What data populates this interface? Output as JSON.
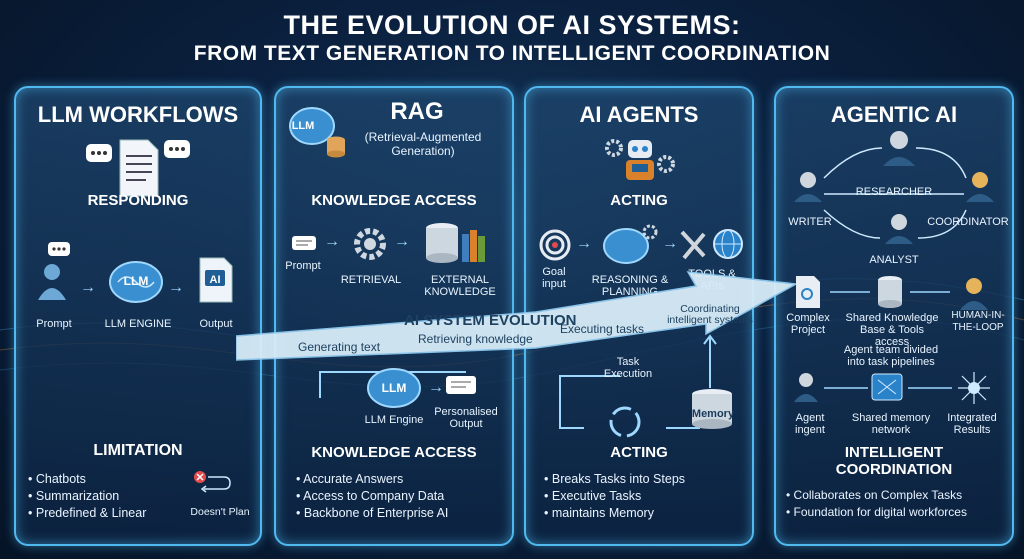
{
  "header": {
    "title_line1": "THE EVOLUTION OF AI SYSTEMS:",
    "title_line2": "FROM TEXT GENERATION TO INTELLIGENT COORDINATION"
  },
  "panel1": {
    "title": "LLM WORKFLOWS",
    "heading": "RESPONDING",
    "labels": {
      "prompt": "Prompt",
      "llm_icon": "LLM",
      "engine": "LLM ENGINE",
      "ai_icon": "AI",
      "output": "Output"
    },
    "limitation_heading": "LIMITATION",
    "bullets": [
      "Chatbots",
      "Summarization",
      "Predefined & Linear"
    ],
    "no_plan": "Doesn't Plan"
  },
  "panel2": {
    "title": "RAG",
    "subtitle": "(Retrieval-Augmented Generation)",
    "llm_icon": "LLM",
    "heading": "KNOWLEDGE ACCESS",
    "labels": {
      "prompt": "Prompt",
      "retrieval": "RETRIEVAL",
      "external": "EXTERNAL KNOWLEDGE",
      "llm_icon": "LLM",
      "engine": "LLM Engine",
      "personalised": "Personalised Output"
    },
    "heading2": "KNOWLEDGE ACCESS",
    "bullets": [
      "Accurate Answers",
      "Access to Company Data",
      "Backbone of Enterprise AI"
    ]
  },
  "panel3": {
    "title": "AI AGENTS",
    "heading": "ACTING",
    "labels": {
      "goal": "Goal input",
      "reasoning": "REASONING & PLANNING",
      "tools": "TOOLS & APIs",
      "task_exec": "Task Execution",
      "memory": "Memory"
    },
    "heading2": "ACTING",
    "bullets": [
      "Breaks Tasks into Steps",
      "Executive Tasks",
      "maintains Memory"
    ]
  },
  "panel4": {
    "title": "AGENTIC AI",
    "labels": {
      "researcher": "RESEARCHER",
      "writer": "WRITER",
      "coordinator": "COORDINATOR",
      "analyst": "ANALYST",
      "complex": "Complex Project",
      "shared_kb": "Shared Knowledge Base & Tools access",
      "hitl": "HUMAN-IN-THE-LOOP",
      "team_divided": "Agent team divided into task pipelines",
      "agent_ingent": "Agent ingent",
      "shared_mem": "Shared memory network",
      "integrated": "Integrated Results"
    },
    "heading": "INTELLIGENT COORDINATION",
    "bullets": [
      "Collaborates on Complex Tasks",
      "Foundation for digital workforces"
    ]
  },
  "band": {
    "title": "AI SYSTEM EVOLUTION",
    "stages": [
      "Generating text",
      "Retrieving knowledge",
      "Executing tasks",
      "Coordinating intelligent systems"
    ]
  },
  "colors": {
    "accent": "#4fb9f0",
    "background": "#0b2140",
    "band": "#d8ecf8",
    "x_mark": "#e24b4b"
  }
}
